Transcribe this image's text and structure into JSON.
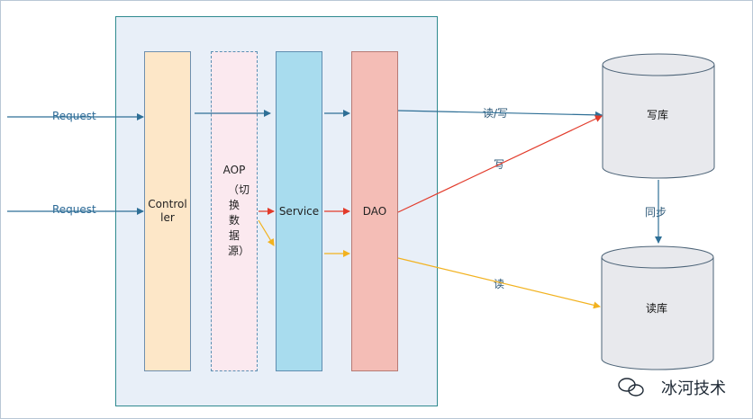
{
  "layers": {
    "controller": {
      "text": "Controller"
    },
    "aop": {
      "title": "AOP",
      "vertical": "（切换数据源）"
    },
    "service": {
      "text": "Service"
    },
    "dao": {
      "text": "DAO"
    }
  },
  "requests": [
    "Request",
    "Request"
  ],
  "databases": {
    "write_db": "写库",
    "read_db": "读库"
  },
  "edge_labels": {
    "read_write": "读/写",
    "write": "写",
    "read": "读",
    "sync": "同步"
  },
  "watermark": {
    "text": "冰河技术"
  },
  "colors": {
    "blue_arrow": "#2e6f96",
    "red_arrow": "#e23a2a",
    "yellow_arrow": "#f2b21f",
    "panel_border": "#2f8a8f"
  }
}
